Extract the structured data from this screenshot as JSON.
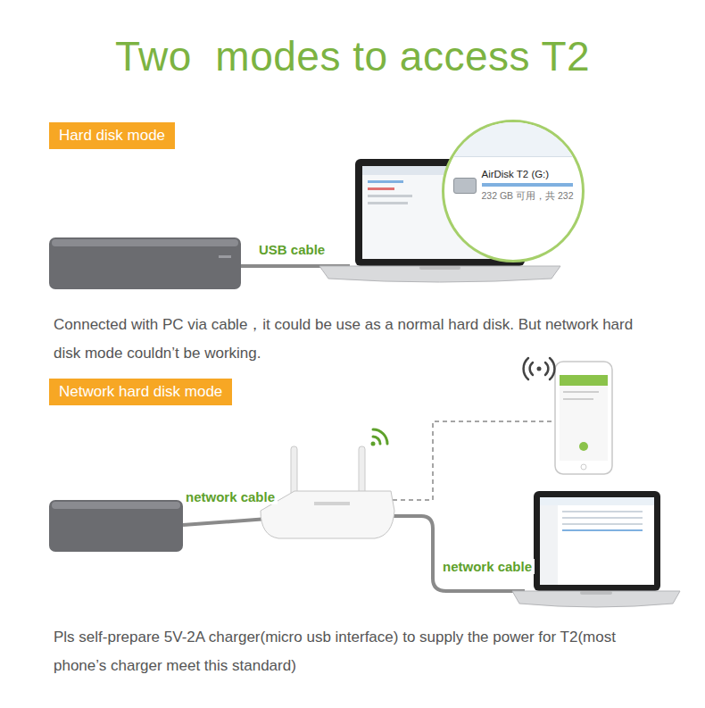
{
  "diagram": {
    "title": "Two  modes to access T2",
    "nodes": [
      {
        "text": [
          "Hard disk mode"
        ]
      },
      {
        "text": [
          "AirDisk T2 (G:)",
          "232 GB 可用，共 232"
        ]
      },
      {
        "text": [
          "Network hard disk mode"
        ]
      }
    ],
    "labels": [
      "USB cable",
      "Connected with PC via cable，it could be use as a normal hard disk. But network hard disk mode couldn’t be working.",
      "network cable",
      "network cable",
      "Pls self-prepare 5V-2A charger(micro usb interface) to supply the power for T2(most phone’s charger meet this standard)"
    ]
  }
}
